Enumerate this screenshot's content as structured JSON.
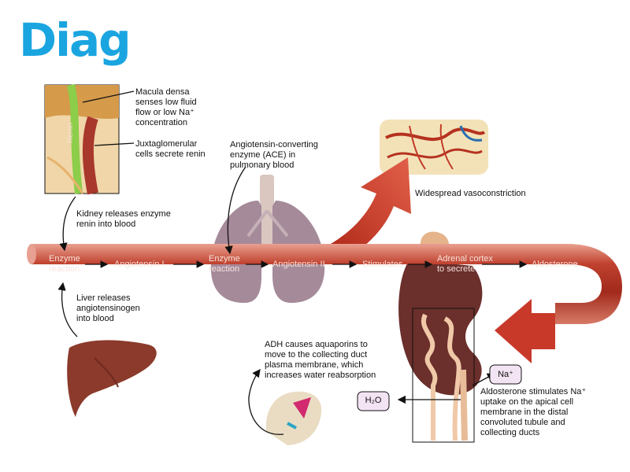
{
  "logo": {
    "text": "Diag",
    "color": "#1aa5e0"
  },
  "colors": {
    "vessel": "#b5321f",
    "vessel_light": "#d05a46",
    "arrow": "#c8392a",
    "kidney": "#6b2f2c",
    "liver": "#8b3a2b",
    "lung": "#a58a9a",
    "ion_box": "#f3e4f3"
  },
  "labels": {
    "macula_densa": [
      "Macula densa",
      "senses low fluid",
      "flow or low Na⁺",
      "concentration"
    ],
    "juxtaglomerular": [
      "Juxtaglomerular",
      "cells secrete renin"
    ],
    "renin_tag": "Renin",
    "ace": [
      "Angiotensin-converting",
      "enzyme (ACE) in",
      "pulmonary blood"
    ],
    "vasoconstriction": "Widespread vasoconstriction",
    "kidney_releases": [
      "Kidney releases enzyme",
      "renin into blood"
    ],
    "liver_releases": [
      "Liver releases",
      "angiotensinogen",
      "into blood"
    ],
    "adh": [
      "ADH causes aquaporins to",
      "move to the collecting duct",
      "plasma membrane, which",
      "increases water reabsorption"
    ],
    "aldosterone_note": [
      "Aldosterone stimulates Na⁺",
      "uptake on the apical cell",
      "membrane in the distal",
      "convoluted tubule and",
      "collecting ducts"
    ]
  },
  "flow": {
    "enzyme_reaction_1": [
      "Enzyme",
      "reaction"
    ],
    "angiotensin_1": "Angiotensin I",
    "enzyme_reaction_2": [
      "Enzyme",
      "reaction"
    ],
    "angiotensin_2": "Angiotensin II",
    "stimulates": "Stimulates",
    "adrenal": [
      "Adrenal cortex",
      "to secrete"
    ],
    "aldosterone": "Aldosterone"
  },
  "ions": {
    "sodium": "Na⁺",
    "water": "H₂O"
  },
  "icons": [
    "renin-inset-image",
    "lungs-icon",
    "capillary-bed-icon",
    "liver-icon",
    "kidney-icon",
    "nephron-icon",
    "pituitary-icon",
    "adrenal-gland-icon"
  ]
}
